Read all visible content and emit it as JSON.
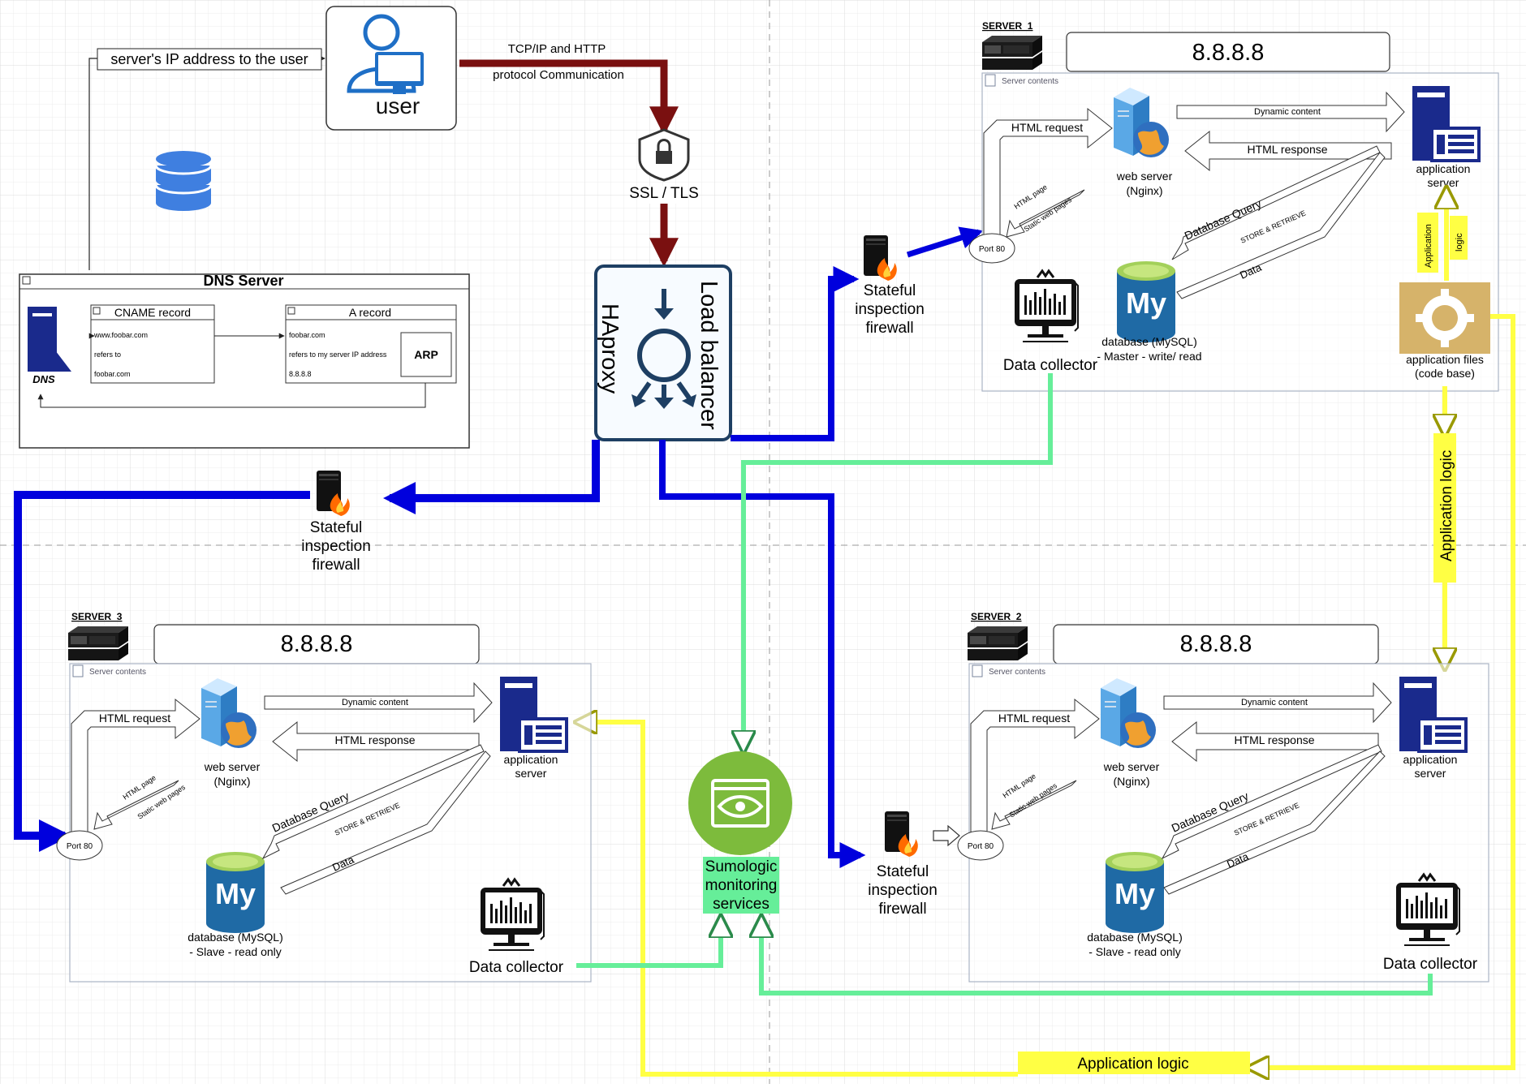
{
  "user": {
    "label": "user"
  },
  "edges": {
    "ip_to_user": "server's IP address to the user",
    "tcp_line1": "TCP/IP and HTTP",
    "tcp_line2": "protocol Communication"
  },
  "ssl": {
    "label": "SSL / TLS"
  },
  "load_balancer": {
    "line1": "Load balancer",
    "line2": "HAproxy"
  },
  "dns": {
    "title": "DNS Server",
    "icon_label": "DNS",
    "cname": {
      "title": "CNAME record",
      "rows": [
        "www.foobar.com",
        "refers to",
        "foobar.com"
      ]
    },
    "a_record": {
      "title": "A record",
      "rows": [
        "foobar.com",
        "refers to my server IP address",
        "8.8.8.8"
      ]
    },
    "arp": "ARP"
  },
  "firewall": {
    "line1": "Stateful",
    "line2": "inspection",
    "line3": "firewall"
  },
  "servers": [
    {
      "name": "SERVER_1",
      "ip": "8.8.8.8",
      "contents": "Server contents",
      "web": [
        "web server",
        "(Nginx)"
      ],
      "app": [
        "application",
        "server"
      ],
      "db": [
        "database (MySQL)",
        "- Master - write/ read"
      ],
      "dynamic": "Dynamic content",
      "req": "HTML request",
      "resp": "HTML response",
      "page1": "HTML page",
      "page2": "Static web pages",
      "query": "Database Query",
      "store": "STORE & RETRIEVE",
      "data": "Data",
      "port": "Port 80",
      "collector": "Data collector"
    },
    {
      "name": "SERVER_2",
      "ip": "8.8.8.8",
      "contents": "Server contents",
      "web": [
        "web server",
        "(Nginx)"
      ],
      "app": [
        "application",
        "server"
      ],
      "db": [
        "database (MySQL)",
        "- Slave - read only"
      ],
      "dynamic": "Dynamic content",
      "req": "HTML request",
      "resp": "HTML response",
      "page1": "HTML page",
      "page2": "Static web pages",
      "query": "Database Query",
      "store": "STORE & RETRIEVE",
      "data": "Data",
      "port": "Port 80",
      "collector": "Data collector"
    },
    {
      "name": "SERVER_3",
      "ip": "8.8.8.8",
      "contents": "Server contents",
      "web": [
        "web server",
        "(Nginx)"
      ],
      "app": [
        "application",
        "server"
      ],
      "db": [
        "database (MySQL)",
        "- Slave - read only"
      ],
      "dynamic": "Dynamic content",
      "req": "HTML request",
      "resp": "HTML response",
      "page1": "HTML page",
      "page2": "Static web pages",
      "query": "Database Query",
      "store": "STORE & RETRIEVE",
      "data": "Data",
      "port": "Port 80",
      "collector": "Data collector"
    }
  ],
  "app_files": {
    "line1": "application files",
    "line2": "(code base)"
  },
  "app_logic": {
    "vertical": "Application logic",
    "bottom": "Application logic",
    "small1": "Application",
    "small2": "logic"
  },
  "monitoring": {
    "line1": "Sumologic",
    "line2": "monitoring",
    "line3": "services"
  },
  "colors": {
    "blue_arrow": "#0000dd",
    "brown_arrow": "#7a1010",
    "green_arrow": "#66ee99",
    "yellow": "#ffff44",
    "db_blue": "#1f6aa5",
    "server_navy": "#1a2a8c",
    "monitor_green": "#7dbb3c",
    "code_base": "#d6b36a",
    "grid": "#e2e2e2"
  }
}
